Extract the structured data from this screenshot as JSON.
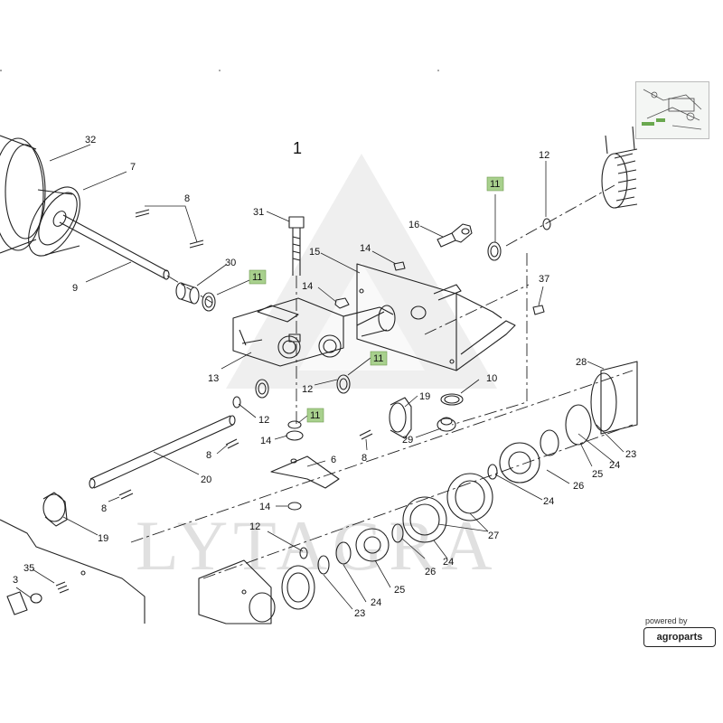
{
  "diagram": {
    "group_label": "1",
    "callouts": [
      {
        "id": "c32a",
        "text": "32"
      },
      {
        "id": "c7",
        "text": "7"
      },
      {
        "id": "c8a",
        "text": "8"
      },
      {
        "id": "c9",
        "text": "9"
      },
      {
        "id": "c30",
        "text": "30"
      },
      {
        "id": "c11a",
        "text": "11",
        "highlight": true
      },
      {
        "id": "c31",
        "text": "31"
      },
      {
        "id": "c15",
        "text": "15"
      },
      {
        "id": "c14a",
        "text": "14"
      },
      {
        "id": "c14b",
        "text": "14"
      },
      {
        "id": "c16",
        "text": "16"
      },
      {
        "id": "c11b",
        "text": "11",
        "highlight": true
      },
      {
        "id": "c12a",
        "text": "12"
      },
      {
        "id": "c37",
        "text": "37"
      },
      {
        "id": "c13",
        "text": "13"
      },
      {
        "id": "c11c",
        "text": "11",
        "highlight": true
      },
      {
        "id": "c12b",
        "text": "12"
      },
      {
        "id": "c10",
        "text": "10"
      },
      {
        "id": "c19a",
        "text": "19"
      },
      {
        "id": "c28",
        "text": "28"
      },
      {
        "id": "c12c",
        "text": "12"
      },
      {
        "id": "c11d",
        "text": "11",
        "highlight": true
      },
      {
        "id": "c14c",
        "text": "14"
      },
      {
        "id": "c29",
        "text": "29"
      },
      {
        "id": "c8b",
        "text": "8"
      },
      {
        "id": "c8c",
        "text": "8"
      },
      {
        "id": "c6",
        "text": "6"
      },
      {
        "id": "c20",
        "text": "20"
      },
      {
        "id": "c8d",
        "text": "8"
      },
      {
        "id": "c14d",
        "text": "14"
      },
      {
        "id": "c19b",
        "text": "19"
      },
      {
        "id": "c23a",
        "text": "23"
      },
      {
        "id": "c25a",
        "text": "25"
      },
      {
        "id": "c24a",
        "text": "24"
      },
      {
        "id": "c26a",
        "text": "26"
      },
      {
        "id": "c24b",
        "text": "24"
      },
      {
        "id": "c27",
        "text": "27"
      },
      {
        "id": "c12d",
        "text": "12"
      },
      {
        "id": "c24c",
        "text": "24"
      },
      {
        "id": "c26b",
        "text": "26"
      },
      {
        "id": "c35",
        "text": "35"
      },
      {
        "id": "c3",
        "text": "3"
      },
      {
        "id": "c25b",
        "text": "25"
      },
      {
        "id": "c24d",
        "text": "24"
      },
      {
        "id": "c23b",
        "text": "23"
      }
    ],
    "highlight_color": "#a8d08d"
  },
  "watermark": {
    "text": "LYTAGRA"
  },
  "branding": {
    "powered_by": "powered by",
    "brand": "agroparts"
  }
}
